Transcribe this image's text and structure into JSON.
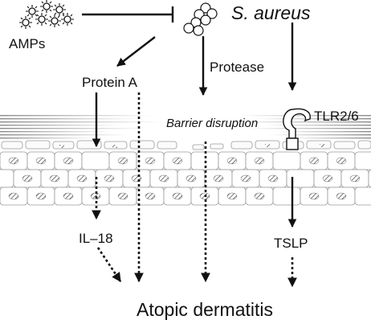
{
  "labels": {
    "amps": "AMPs",
    "s_aureus": "S. aureus",
    "protein_a": "Protein A",
    "protease": "Protease",
    "barrier_disruption": "Barrier disruption",
    "tlr": "TLR2/6",
    "il18": "IL–18",
    "tslp": "TSLP",
    "outcome": "Atopic dermatitis"
  }
}
